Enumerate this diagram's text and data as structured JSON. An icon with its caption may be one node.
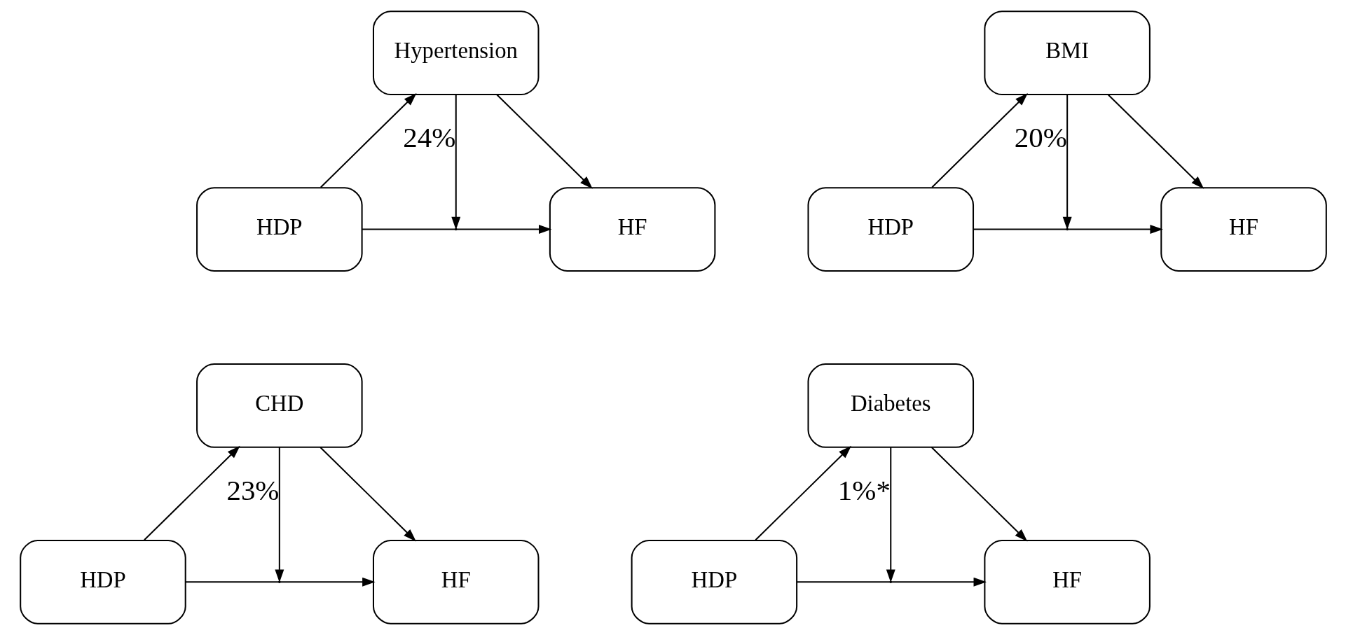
{
  "diagram": {
    "nodes": [
      {
        "text": [
          "Hypertension"
        ]
      },
      {
        "text": [
          "HDP"
        ]
      },
      {
        "text": [
          "HF"
        ]
      },
      {
        "text": [
          "BMI"
        ]
      },
      {
        "text": [
          "HDP"
        ]
      },
      {
        "text": [
          "HF"
        ]
      },
      {
        "text": [
          "CHD"
        ]
      },
      {
        "text": [
          "HDP"
        ]
      },
      {
        "text": [
          "HF"
        ]
      },
      {
        "text": [
          "Diabetes"
        ]
      },
      {
        "text": [
          "HDP"
        ]
      },
      {
        "text": [
          "HF"
        ]
      }
    ],
    "edges": [
      {
        "from": 1,
        "to": 0,
        "arrow": "to"
      },
      {
        "from": 0,
        "to": 2,
        "arrow": "to"
      },
      {
        "from": 1,
        "to": 2,
        "arrow": "to"
      },
      {
        "from": 0,
        "to": null,
        "arrow": "to",
        "label": "24%"
      },
      {
        "from": 4,
        "to": 3,
        "arrow": "to"
      },
      {
        "from": 3,
        "to": 5,
        "arrow": "to"
      },
      {
        "from": 4,
        "to": 5,
        "arrow": "to"
      },
      {
        "from": 3,
        "to": null,
        "arrow": "to",
        "label": "20%"
      },
      {
        "from": 7,
        "to": 6,
        "arrow": "to"
      },
      {
        "from": 6,
        "to": 8,
        "arrow": "to"
      },
      {
        "from": 7,
        "to": 8,
        "arrow": "to"
      },
      {
        "from": 6,
        "to": null,
        "arrow": "to",
        "label": "23%"
      },
      {
        "from": 10,
        "to": 9,
        "arrow": "to"
      },
      {
        "from": 9,
        "to": 11,
        "arrow": "to"
      },
      {
        "from": 10,
        "to": 11,
        "arrow": "to"
      },
      {
        "from": 9,
        "to": null,
        "arrow": "to",
        "label": "1%*"
      }
    ]
  }
}
